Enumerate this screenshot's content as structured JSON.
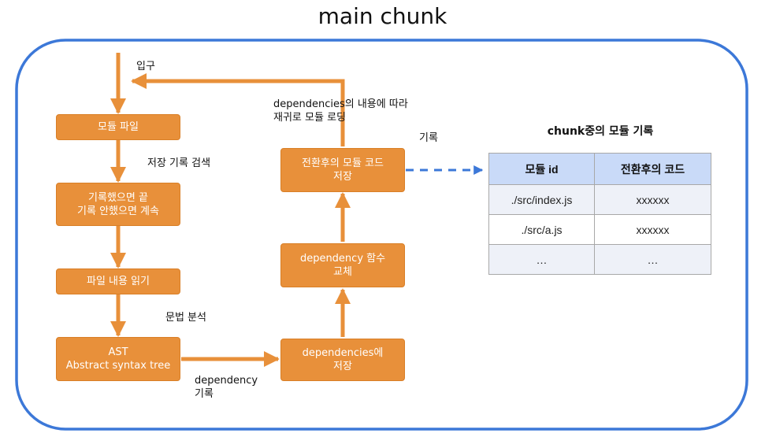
{
  "title": "main chunk",
  "nodes": {
    "module_file": "모듈 파일",
    "recorded_line1": "기록했으면 끝",
    "recorded_line2": "기록 안했으면 계속",
    "read_file": "파일 내용 읽기",
    "ast_line1": "AST",
    "ast_line2": "Abstract syntax tree",
    "deps_store_line1": "dependencies에",
    "deps_store_line2": "저장",
    "dep_replace_line1": "dependency 함수",
    "dep_replace_line2": "교체",
    "save_code_line1": "전환후의 모듈 코드",
    "save_code_line2": "저장"
  },
  "labels": {
    "input": "입구",
    "search_record": "저장 기록 검색",
    "parse": "문법 분석",
    "dep_record_line1": "dependency",
    "dep_record_line2": "기록",
    "recursive_line1": "dependencies의 내용에 따라",
    "recursive_line2": "재귀로 모듈 로딩",
    "record": "기록"
  },
  "table": {
    "title": "chunk중의 모듈 기록",
    "headers": [
      "모듈 id",
      "전환후의 코드"
    ],
    "rows": [
      [
        "./src/index.js",
        "xxxxxx"
      ],
      [
        "./src/a.js",
        "xxxxxx"
      ],
      [
        "…",
        "…"
      ]
    ]
  },
  "colors": {
    "node_fill": "#e8903a",
    "arrow": "#e8903a",
    "frame": "#3c78d8",
    "dashed_arrow": "#3c78d8",
    "table_header": "#c9daf8"
  }
}
